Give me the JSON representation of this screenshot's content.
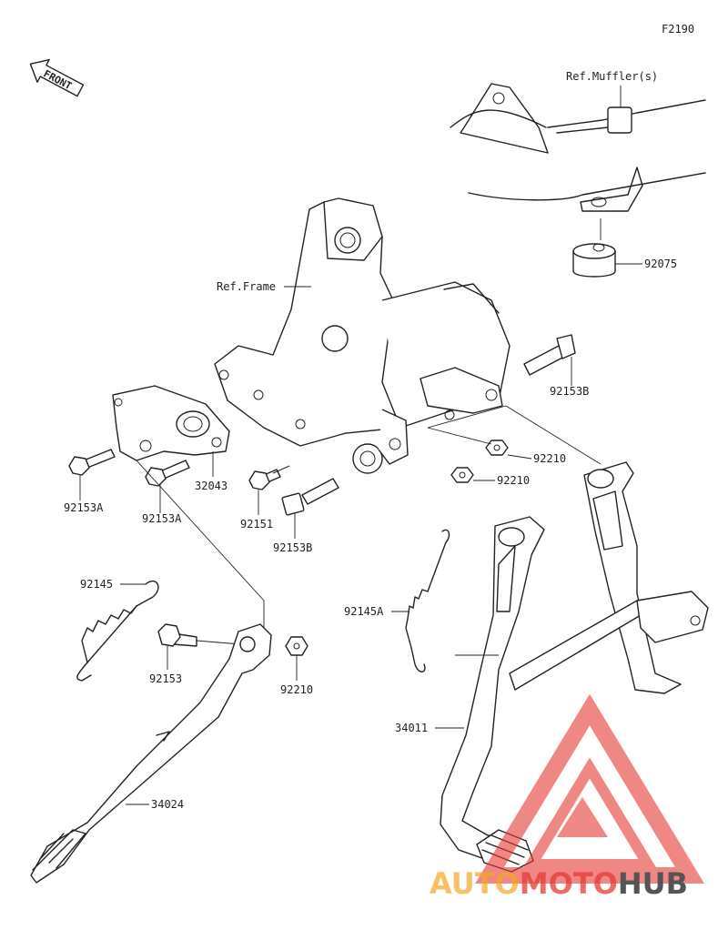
{
  "diagram_code": "F2190",
  "front_label": "FRONT",
  "refs": {
    "muffler": "Ref.Muffler(s)",
    "frame": "Ref.Frame"
  },
  "parts": [
    {
      "id": "92075",
      "label": "92075"
    },
    {
      "id": "92153B_top",
      "label": "92153B"
    },
    {
      "id": "92210_right",
      "label": "92210"
    },
    {
      "id": "92210_mid",
      "label": "92210"
    },
    {
      "id": "32043",
      "label": "32043"
    },
    {
      "id": "92153A_left",
      "label": "92153A"
    },
    {
      "id": "92153A_mid",
      "label": "92153A"
    },
    {
      "id": "92151",
      "label": "92151"
    },
    {
      "id": "92153B_bottom",
      "label": "92153B"
    },
    {
      "id": "92145",
      "label": "92145"
    },
    {
      "id": "92145A",
      "label": "92145A"
    },
    {
      "id": "92153",
      "label": "92153"
    },
    {
      "id": "92210_lower",
      "label": "92210"
    },
    {
      "id": "34011",
      "label": "34011"
    },
    {
      "id": "34024",
      "label": "34024"
    }
  ],
  "watermark": {
    "part1": "AUTO",
    "part2": "MOTO",
    "part3": "HUB",
    "colors": {
      "orange": "#f5a623",
      "red": "#e53935",
      "gray": "#555555"
    }
  }
}
